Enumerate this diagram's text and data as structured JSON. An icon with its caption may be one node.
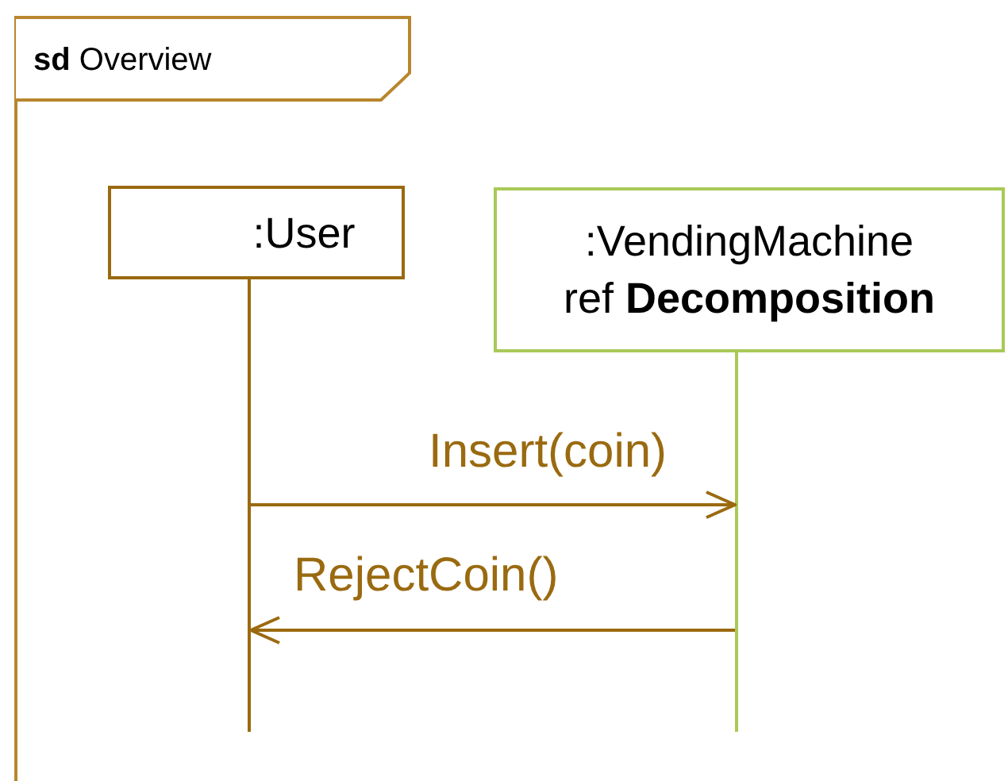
{
  "diagram": {
    "nodes": [
      {
        "text": [
          "**sd** Overview"
        ]
      },
      {
        "text": [
          ":User"
        ],
        "in": 0
      },
      {
        "text": [
          ":VendingMachine ref **Decomposition**"
        ],
        "in": 0
      },
      {
        "text": [],
        "shape": "line",
        "in": 0
      },
      {
        "text": [],
        "shape": "line",
        "in": 0
      }
    ],
    "edges": [
      {
        "from": 3,
        "to": 4,
        "arrow": "to",
        "label": "Insert(coin)"
      },
      {
        "from": 4,
        "to": 3,
        "arrow": "to",
        "label": "RejectCoin()"
      }
    ]
  }
}
